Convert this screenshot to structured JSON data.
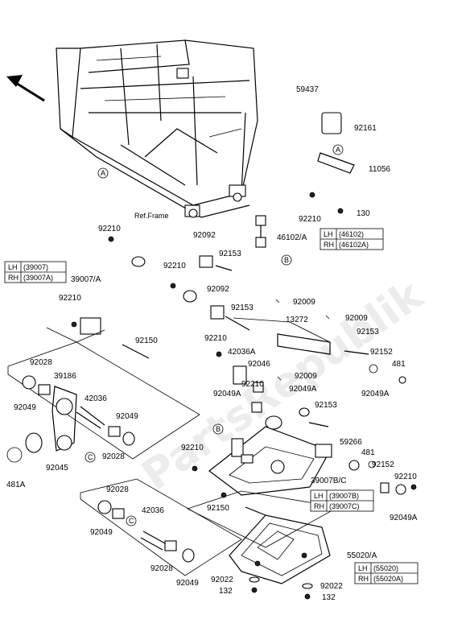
{
  "diagram": {
    "ref_frame": "Ref.Frame",
    "watermark": "PartsRepublik",
    "callouts": [
      "A",
      "B",
      "C"
    ],
    "labels": {
      "p59437": "59437",
      "p92161": "92161",
      "p11056": "11056",
      "p130": "130",
      "p92210_stab": "92210",
      "p46102a": "46102/A",
      "p92210_top": "92210",
      "p92092_a": "92092",
      "p92153_a": "92153",
      "p92210_b": "92210",
      "p39007a": "39007/A",
      "p92092_b": "92092",
      "p92210_c": "92210",
      "p92153_b": "92153",
      "p92009_a": "92009",
      "p92009_b": "92009",
      "p13272": "13272",
      "p92150_a": "92150",
      "p92210_d": "92210",
      "p42036a": "42036A",
      "p92046": "92046",
      "p92153_c": "92153",
      "p92152_a": "92152",
      "p481_a": "481",
      "p92009_c": "92009",
      "p92049a_a": "92049A",
      "p92210_e": "92210",
      "p92049a_b": "92049A",
      "p92049a_c": "92049A",
      "p92153_d": "92153",
      "p92028_a": "92028",
      "p39186": "39186",
      "p92049_a": "92049",
      "p42036_a": "42036",
      "p92049_b": "92049",
      "p92028_b": "92028",
      "p92045": "92045",
      "p481a": "481A",
      "p59266": "59266",
      "p481_b": "481",
      "p92152_b": "92152",
      "p92210_f": "92210",
      "p39007bc": "39007B/C",
      "p92049a_d": "92049A",
      "p92210_g": "92210",
      "p92028_c": "92028",
      "p42036_b": "42036",
      "p92150_b": "92150",
      "p92049_c": "92049",
      "p92028_d": "92028",
      "p92049_d": "92049",
      "p55020a": "55020/A",
      "p92022_a": "92022",
      "p132_a": "132",
      "p92022_b": "92022",
      "p132_b": "132"
    },
    "tables": {
      "t46102": [
        [
          "LH",
          "(46102)"
        ],
        [
          "RH",
          "(46102A)"
        ]
      ],
      "t39007": [
        [
          "LH",
          "(39007)"
        ],
        [
          "RH",
          "(39007A)"
        ]
      ],
      "t39007bc": [
        [
          "LH",
          "(39007B)"
        ],
        [
          "RH",
          "(39007C)"
        ]
      ],
      "t55020": [
        [
          "LH",
          "(55020)"
        ],
        [
          "RH",
          "(55020A)"
        ]
      ]
    }
  }
}
